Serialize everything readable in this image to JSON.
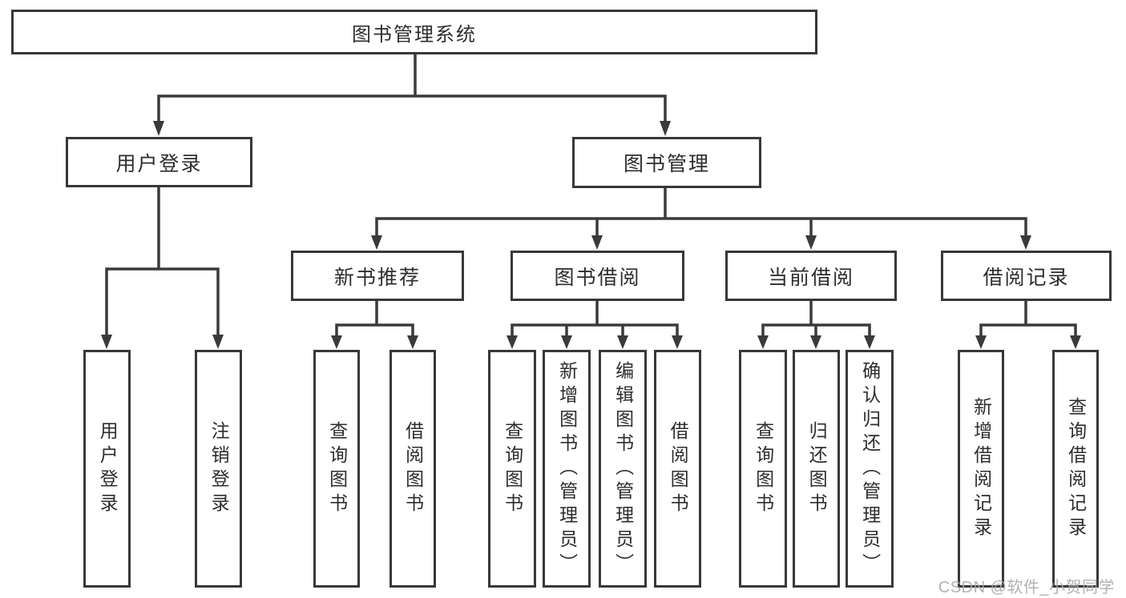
{
  "diagram": {
    "title": "图书管理系统",
    "level2": {
      "user_login": "用户登录",
      "book_mgmt": "图书管理"
    },
    "level3": {
      "new_book": "新书推荐",
      "book_borrow": "图书借阅",
      "current_borrow": "当前借阅",
      "borrow_records": "借阅记录"
    },
    "leaves": {
      "user_login": [
        "用户登录",
        "注销登录"
      ],
      "new_book": [
        "查询图书",
        "借阅图书"
      ],
      "book_borrow": [
        "查询图书",
        "新增图书（管理员）",
        "编辑图书（管理员）",
        "借阅图书"
      ],
      "current_borrow": [
        "查询图书",
        "归还图书",
        "确认归还（管理员）"
      ],
      "borrow_records": [
        "新增借阅记录",
        "查询借阅记录"
      ]
    }
  },
  "watermark": "CSDN @软件_小贺同学",
  "colors": {
    "line": "#3a3a3a",
    "text": "#2d2d2d",
    "box_background": "#ffffff",
    "watermark": "#aaaaaa"
  }
}
